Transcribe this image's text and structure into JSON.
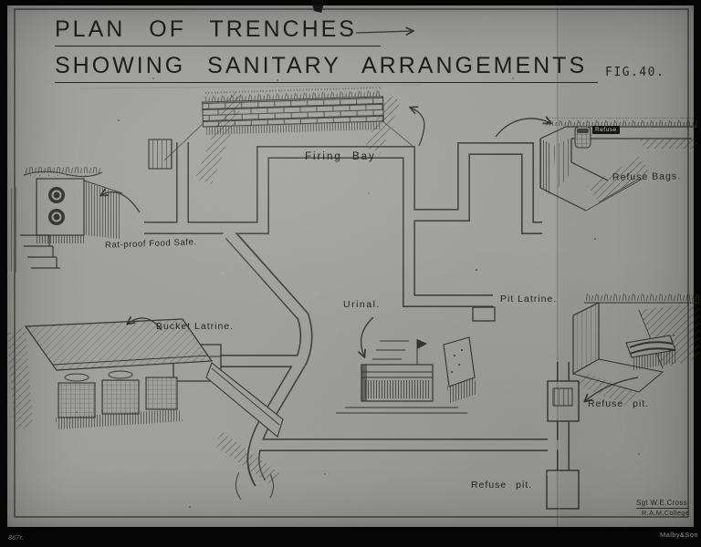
{
  "figure": {
    "title_line1": "PLAN OF TRENCHES",
    "title_line2": "SHOWING SANITARY ARRANGEMENTS",
    "fig_number": "FIG.40.",
    "plate_number": "867r.",
    "credit_line1": "Sgt W.E.Cross.",
    "credit_line2": "R.A.M.College",
    "printer": "Malby&Son"
  },
  "labels": {
    "firing_bay": "Firing Bay",
    "refuse_bags": "Refuse Bags.",
    "refuse_tag": "Refuse",
    "rat_proof_food_safe": "Rat-proof Food Safe.",
    "bucket_latrine": "Bucket Latrine.",
    "urinal": "Urinal.",
    "pit_latrine": "Pit Latrine.",
    "refuse_pit_upper": "Refuse pit.",
    "refuse_pit_lower": "Refuse pit."
  },
  "colors": {
    "plate": "#b0b0ac",
    "ink": "#2c2c28",
    "border": "#050505"
  }
}
